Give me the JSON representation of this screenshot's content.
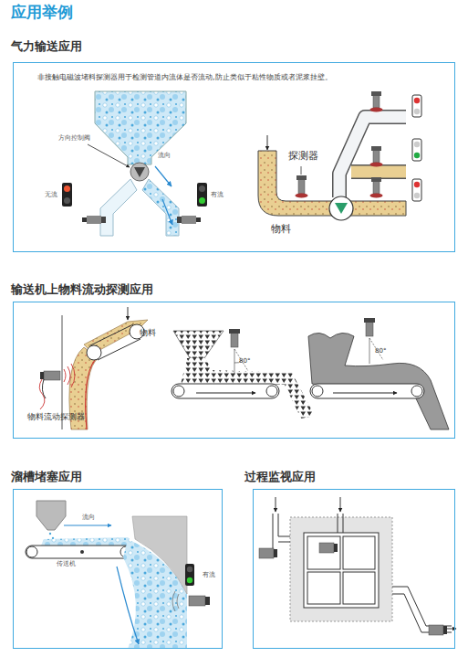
{
  "diagram": {
    "title": "应用举例",
    "nodes": [
      {
        "text": [
          "气力输送应用",
          "非接触电磁波堵料探测器用于检测管道内流体是否流动,防止类似于粘性物质或者泥浆挂壁。"
        ]
      },
      {
        "text": [
          "输送机上物料流动探测应用"
        ]
      },
      {
        "text": [
          "溜槽堵塞应用"
        ]
      },
      {
        "text": [
          "过程监视应用"
        ]
      }
    ],
    "labels": [
      "方向控制阀",
      "流向",
      "无流",
      "有流",
      "探测器",
      "物料",
      "物料",
      "物料流动探测器",
      "80°",
      "80°",
      "流向",
      "传送机",
      "有流"
    ]
  }
}
